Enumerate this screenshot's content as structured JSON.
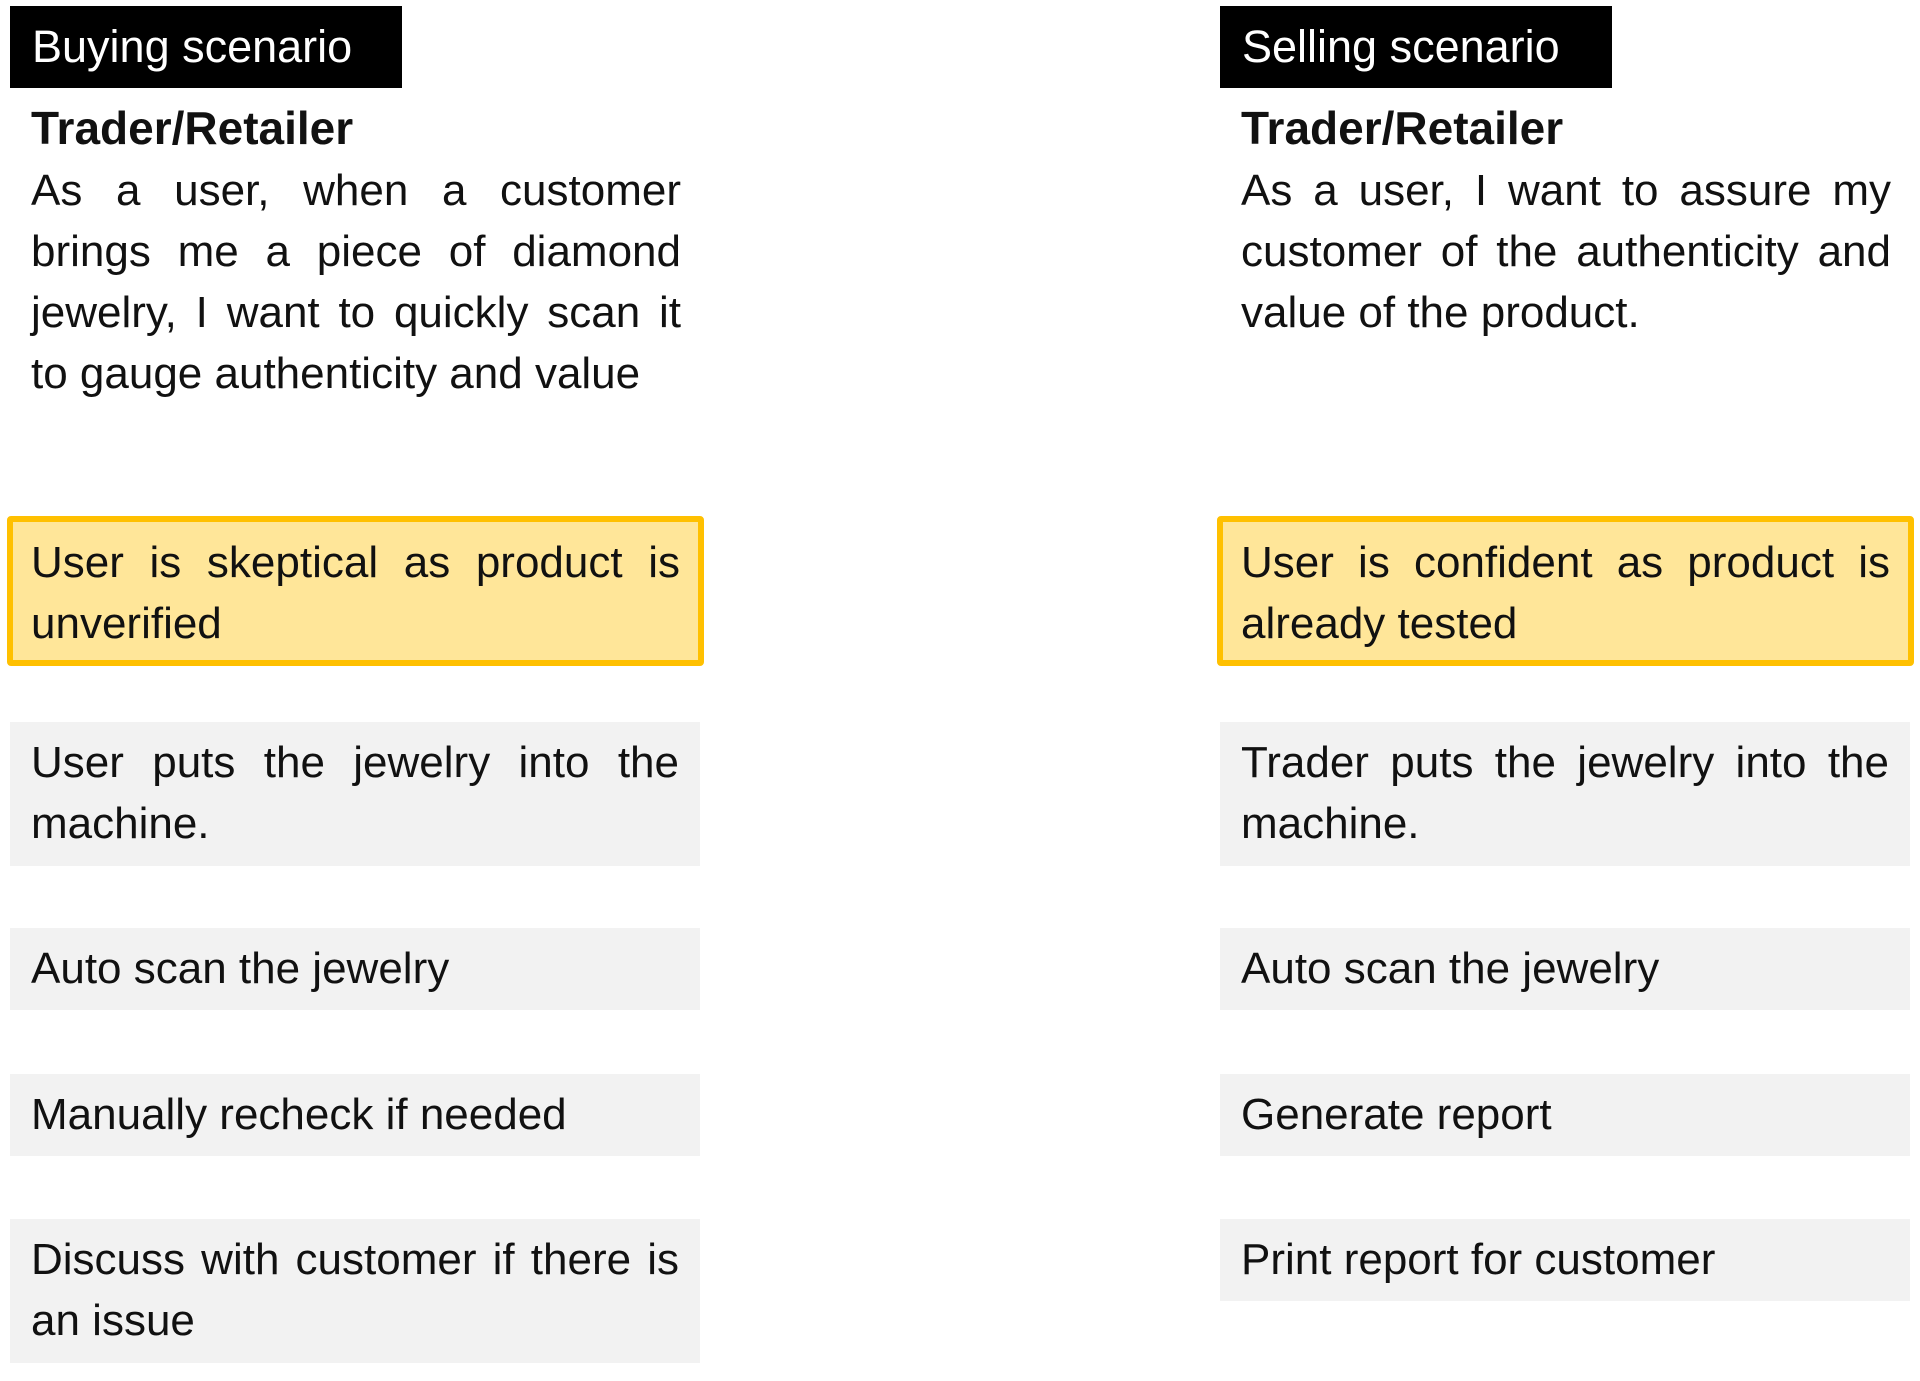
{
  "buying": {
    "header": "Buying scenario",
    "role": "Trader/Retailer",
    "story": "As a user, when a customer brings me a piece of diamond jewelry, I want to quickly scan it to gauge authenticity and value",
    "sentiment": "User is skeptical as product is unverified",
    "steps": [
      "User puts the jewelry into the machine.",
      "Auto scan the jewelry",
      "Manually recheck if needed",
      "Discuss with customer if there is an issue"
    ]
  },
  "selling": {
    "header": "Selling scenario",
    "role": "Trader/Retailer",
    "story": "As a user, I want to assure my customer of the authenticity and value of the product.",
    "sentiment": "User is confident as product is already tested",
    "steps": [
      "Trader puts the jewelry into the machine.",
      "Auto scan the jewelry",
      "Generate report",
      "Print report for customer"
    ]
  },
  "colors": {
    "header_bg": "#000000",
    "step_bg": "#f2f2f2",
    "highlight_bg": "#ffe699",
    "highlight_border": "#ffc000"
  }
}
